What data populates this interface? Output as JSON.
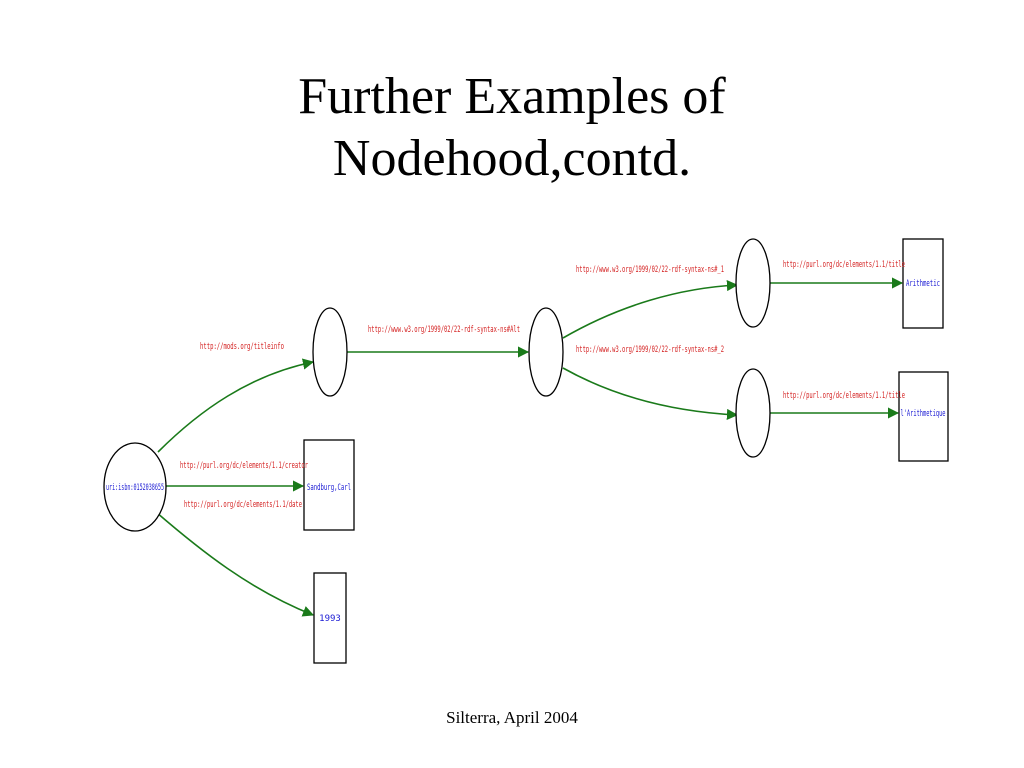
{
  "slide": {
    "title_line1": "Further Examples of",
    "title_line2": "Nodehood,contd.",
    "footer": "Silterra, April 2004"
  },
  "diagram": {
    "root_node": "uri:isbn:0152038655",
    "literals": {
      "creator": "Sandburg,Carl",
      "date": "1993",
      "title1": "Arithmetic",
      "title2": "l'Arithmetique"
    },
    "edges": {
      "titleinfo": "http://mods.org/titleinfo",
      "alt": "http://www.w3.org/1999/02/22-rdf-syntax-ns#Alt",
      "item1": "http://www.w3.org/1999/02/22-rdf-syntax-ns#_1",
      "item2": "http://www.w3.org/1999/02/22-rdf-syntax-ns#_2",
      "title1": "http://purl.org/dc/elements/1.1/title",
      "title2": "http://purl.org/dc/elements/1.1/title",
      "creator": "http://purl.org/dc/elements/1.1/creator",
      "date": "http://purl.org/dc/elements/1.1/date"
    },
    "colors": {
      "edge": "#1a7a1a",
      "edge_label": "#d42020",
      "node_label": "#1a1ad4"
    }
  }
}
